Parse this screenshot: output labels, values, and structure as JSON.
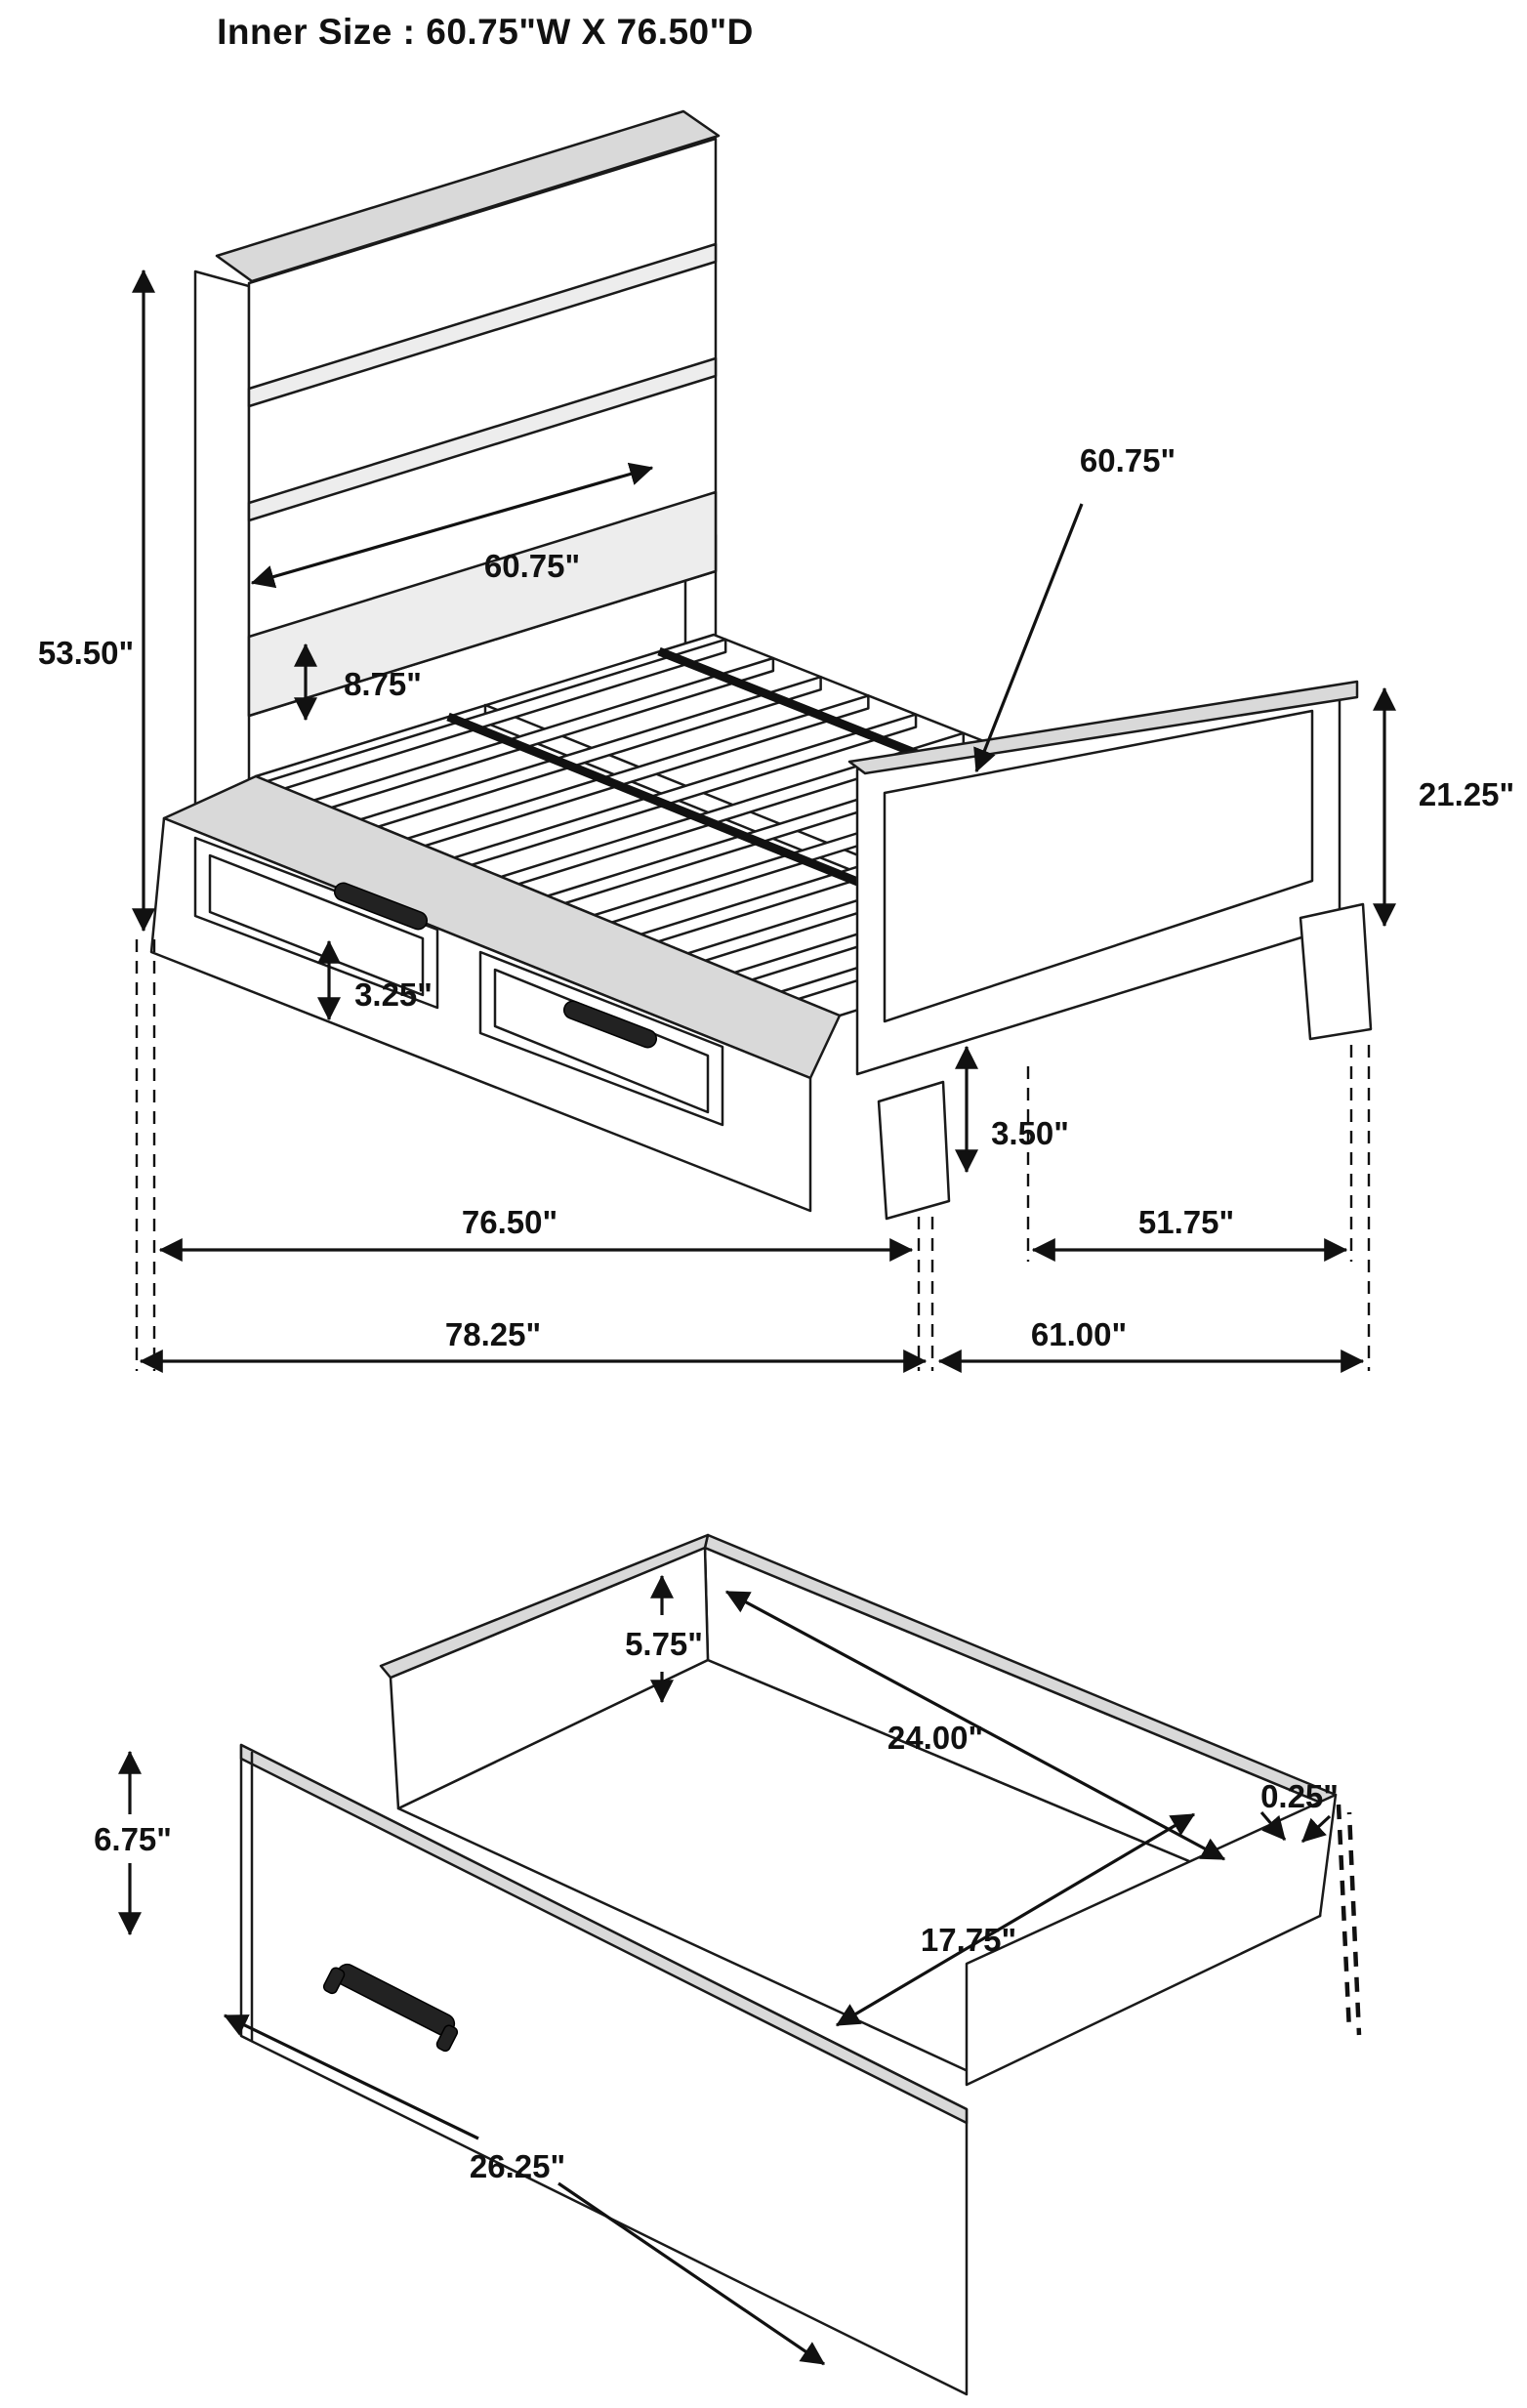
{
  "title": "Inner Size : 60.75\"W X 76.50\"D",
  "bed": {
    "name": "storage-bed-isometric-diagram",
    "dims": {
      "headboard_height": "53.50\"",
      "panel_to_deck_gap": "8.75\"",
      "inner_width_diag": "60.75\"",
      "inner_width_callout": "60.75\"",
      "footboard_height": "21.25\"",
      "drawer_rail_clearance": "3.25\"",
      "footboard_clearance": "3.50\"",
      "side_rail_length": "76.50\"",
      "footboard_inner_width": "51.75\"",
      "overall_depth": "78.25\"",
      "overall_width": "61.00\""
    }
  },
  "drawer": {
    "name": "storage-drawer-isometric-diagram",
    "dims": {
      "inner_height": "5.75\"",
      "inner_width": "24.00\"",
      "wall_thickness": "0.25\"",
      "inner_depth": "17.75\"",
      "front_height": "6.75\"",
      "front_width": "26.25\""
    }
  },
  "colors": {
    "line": "#1a1a1a",
    "background": "#ffffff",
    "shade": "#d9d9d9"
  }
}
